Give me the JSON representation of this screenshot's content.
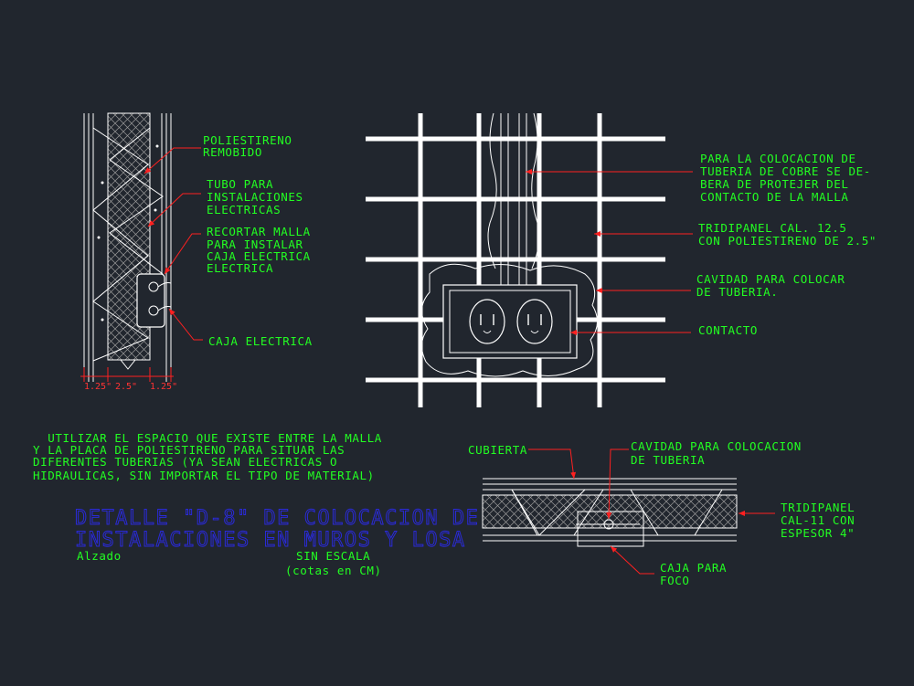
{
  "colors": {
    "background": "#21262e",
    "label_green": "#22ff22",
    "leader_red": "#ff2020",
    "title_blue": "#2a2ad8",
    "linework": "#ffffff"
  },
  "section_left": {
    "labels": {
      "poliestireno": [
        "POLIESTIRENO",
        "REMOBIDO"
      ],
      "tubo": [
        "TUBO PARA",
        "INSTALACIONES",
        "ELECTRICAS"
      ],
      "recortar": [
        "RECORTAR MALLA",
        "PARA INSTALAR",
        "CAJA ELECTRICA",
        "ELECTRICA"
      ],
      "caja": [
        "CAJA ELECTRICA"
      ]
    },
    "dimensions": [
      "1.25\"",
      "2.5\"",
      "1.25\""
    ]
  },
  "elevation_right": {
    "labels": {
      "cobre": [
        "PARA LA COLOCACION DE",
        "TUBERIA DE COBRE SE DE-",
        "BERA DE PROTEJER DEL",
        "CONTACTO DE LA MALLA"
      ],
      "tridipanel": [
        "TRIDIPANEL CAL. 12.5",
        "CON POLIESTIRENO DE 2.5\""
      ],
      "cavidad": [
        "CAVIDAD PARA COLOCAR",
        "DE TUBERIA."
      ],
      "contacto": [
        "CONTACTO"
      ]
    }
  },
  "note": {
    "lines": [
      "  UTILIZAR EL ESPACIO QUE EXISTE ENTRE LA MALLA",
      "Y LA PLACA DE POLIESTIRENO PARA SITUAR LAS",
      "DIFERENTES TUBERIAS (YA SEAN ELECTRICAS O",
      "HIDRAULICAS, SIN IMPORTAR EL TIPO DE MATERIAL)"
    ]
  },
  "title_block": {
    "title_lines": [
      "DETALLE \"D-8\" DE COLOCACION DE",
      "INSTALACIONES EN MUROS Y LOSA"
    ],
    "view": "Alzado",
    "scale": "SIN ESCALA",
    "units": "(cotas en CM)"
  },
  "slab_section": {
    "labels": {
      "cubierta": [
        "CUBIERTA"
      ],
      "cavidad": [
        "CAVIDAD PARA COLOCACION",
        "DE TUBERIA"
      ],
      "tridipanel": [
        "TRIDIPANEL",
        "CAL-11 CON",
        "ESPESOR 4\""
      ],
      "caja_foco": [
        "CAJA PARA",
        "FOCO"
      ]
    }
  }
}
